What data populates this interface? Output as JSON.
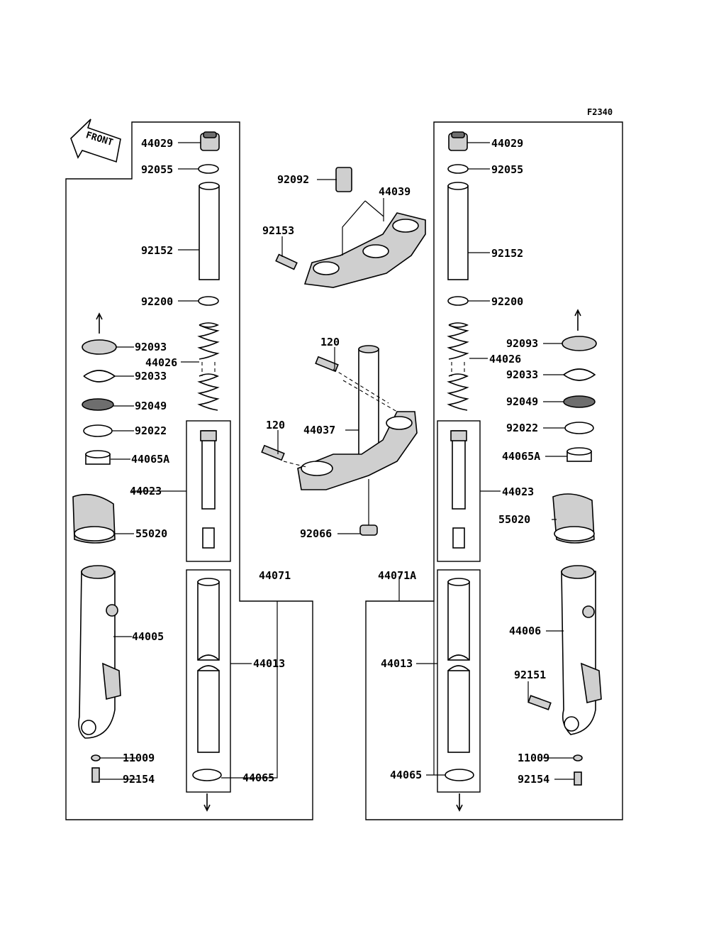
{
  "diagram_code": "F2340",
  "front_label": "FRONT",
  "labels": {
    "l_44029": "44029",
    "l_92055": "92055",
    "l_92152": "92152",
    "l_92200": "92200",
    "l_92093": "92093",
    "l_44026": "44026",
    "l_92033": "92033",
    "l_92049": "92049",
    "l_92022": "92022",
    "l_44065A": "44065A",
    "l_44023": "44023",
    "l_55020": "55020",
    "l_44005": "44005",
    "l_11009": "11009",
    "l_92154": "92154",
    "l_44071": "44071",
    "l_44013": "44013",
    "l_44065": "44065",
    "c_92092": "92092",
    "c_44039": "44039",
    "c_92153": "92153",
    "c_120a": "120",
    "c_120b": "120",
    "c_44037": "44037",
    "c_92066": "92066",
    "r_44029": "44029",
    "r_92055": "92055",
    "r_92152": "92152",
    "r_92200": "92200",
    "r_92093": "92093",
    "r_44026": "44026",
    "r_92033": "92033",
    "r_92049": "92049",
    "r_92022": "92022",
    "r_44065A": "44065A",
    "r_44023": "44023",
    "r_55020": "55020",
    "r_44071A": "44071A",
    "r_44013": "44013",
    "r_44006": "44006",
    "r_92151": "92151",
    "r_44065": "44065",
    "r_11009": "11009",
    "r_92154": "92154"
  }
}
